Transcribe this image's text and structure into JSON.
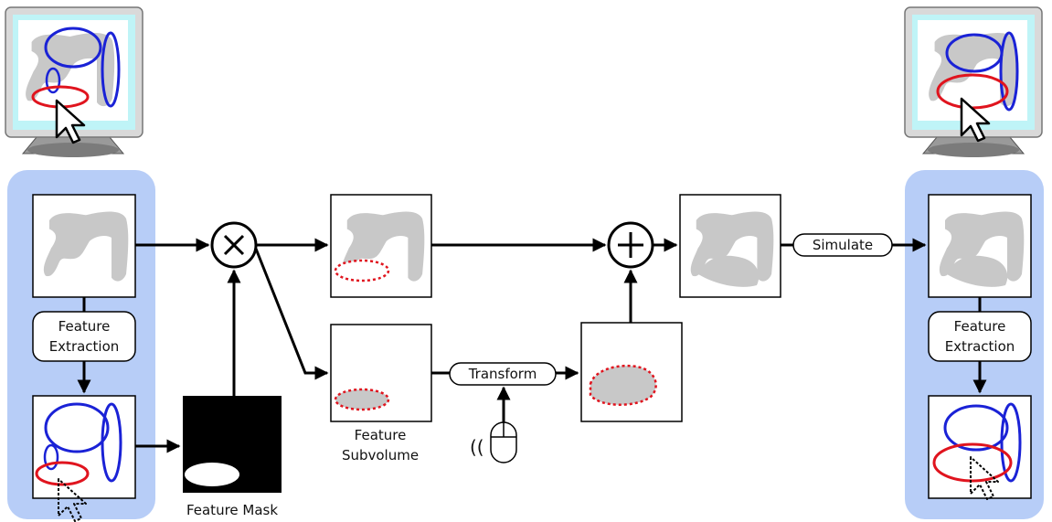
{
  "labels": {
    "feature_extraction_left_l1": "Feature",
    "feature_extraction_left_l2": "Extraction",
    "feature_extraction_right_l1": "Feature",
    "feature_extraction_right_l2": "Extraction",
    "feature_mask": "Feature Mask",
    "feature_subvolume_l1": "Feature",
    "feature_subvolume_l2": "Subvolume",
    "transform": "Transform",
    "simulate": "Simulate",
    "multiply_symbol": "×",
    "add_symbol": "+",
    "scroll_waves": "(("
  },
  "colors": {
    "panel_blue": "#b7cdf7",
    "shape_gray": "#c8c8c8",
    "feature_blue": "#1a22d6",
    "feature_red": "#e0141e",
    "arrow": "#000000",
    "monitor_bezel": "#d9d9d9",
    "monitor_glow": "#bff4f7"
  },
  "icons": {
    "monitor": "monitor-icon",
    "cursor": "mouse-pointer-icon",
    "mouse": "computer-mouse-icon",
    "multiply": "multiply-operator-icon",
    "add": "add-operator-icon"
  }
}
